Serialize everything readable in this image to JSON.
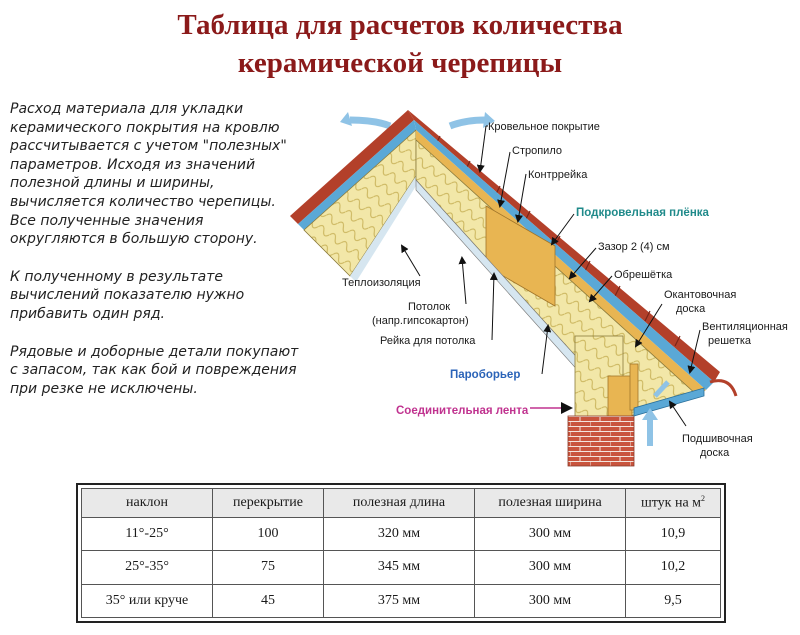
{
  "title": {
    "line1": "Таблица для расчетов количества",
    "line2": "керамической черепицы"
  },
  "intro": {
    "p1": "Расход материала для укладки керамического покрытия на кровлю рассчитывается с учетом \"полезных\" параметров. Исходя из значений полезной длины и ширины, вычисляется количество черепицы. Все полученные значения округляются в большую сторону.",
    "p2": "К полученному в результате вычислений показателю нужно прибавить один ряд.",
    "p3": "Рядовые и доборные детали покупают с запасом, так как бой и повреждения при резке не исключены."
  },
  "diagram": {
    "labels": {
      "roof_cover": "Кровельное покрытие",
      "rafter": "Стропило",
      "counter_batten": "Контррейка",
      "underlay_film": "Подкровельная плёнка",
      "gap": "Зазор 2 (4) см",
      "battens": "Обрешётка",
      "eaves_board_1": "Окантовочная",
      "eaves_board_2": "доска",
      "vent_grid_1": "Вентиляционная",
      "vent_grid_2": "решетка",
      "insulation": "Теплоизоляция",
      "ceiling_1": "Потолок",
      "ceiling_2": "(напр.гипсокартон)",
      "ceiling_rail": "Рейка для потолка",
      "vapor_barrier": "Пароборьер",
      "connecting_tape": "Соединительная лента",
      "soffit_1": "Подшивочная",
      "soffit_2": "доска"
    },
    "colors": {
      "tile": "#b3402a",
      "insulation": "#f2e7a8",
      "timber": "#e8b552",
      "film": "#5aa8d6",
      "brick": "#c9543d",
      "arrow": "#8fc3e6"
    }
  },
  "table": {
    "headers": [
      "наклон",
      "перекрытие",
      "полезная длина",
      "полезная ширина",
      "штук на м"
    ],
    "header_sup": "2",
    "rows": [
      [
        "11°-25°",
        "100",
        "320 мм",
        "300 мм",
        "10,9"
      ],
      [
        "25°-35°",
        "75",
        "345 мм",
        "300 мм",
        "10,2"
      ],
      [
        "35° или круче",
        "45",
        "375 мм",
        "300 мм",
        "9,5"
      ]
    ]
  }
}
